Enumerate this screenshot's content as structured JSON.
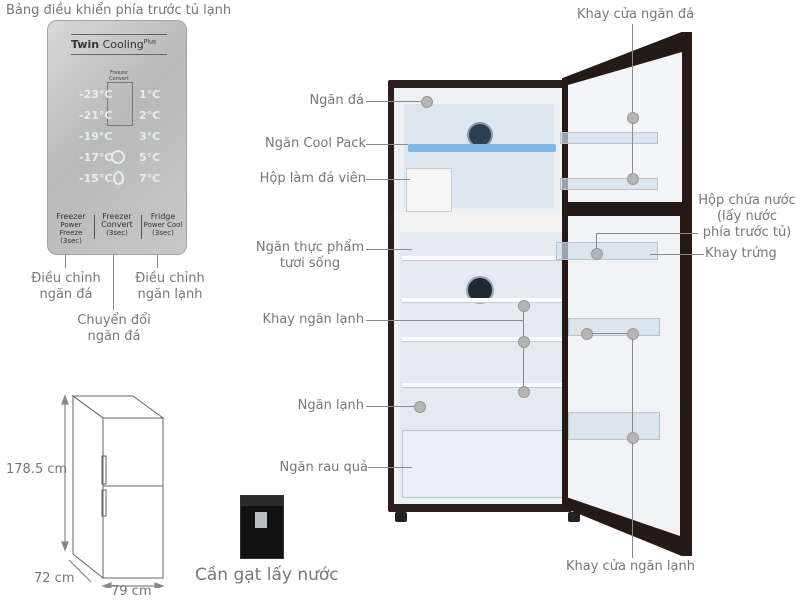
{
  "control_panel": {
    "title": "Bảng điều khiển phía trước tủ lạnh",
    "brand": {
      "main": "Twin",
      "sub": "Cooling",
      "sup": "Plus"
    },
    "freezer_convert_label": "Freezer Convert",
    "freezer_temps": [
      "-23°C",
      "-21°C",
      "-19°C",
      "-17°C",
      "-15°C"
    ],
    "fridge_temps": [
      "1°C",
      "2°C",
      "3°C",
      "5°C",
      "7°C"
    ],
    "buttons": [
      {
        "title": "Freezer",
        "sub": "Power Freeze",
        "hold": "(3sec)"
      },
      {
        "title": "Freezer",
        "sub": "Convert",
        "hold": "(3sec)"
      },
      {
        "title": "Fridge",
        "sub": "Power Cool",
        "hold": "(3sec)"
      }
    ],
    "callouts": {
      "freezer_adjust": "Điều chỉnh\nngăn đá",
      "convert": "Chuyển đổi\nngăn đá",
      "fridge_adjust": "Điều chỉnh\nngăn lạnh"
    }
  },
  "dimensions": {
    "height": "178.5 cm",
    "depth": "72 cm",
    "width": "79 cm"
  },
  "dispenser": {
    "label": "Cần gạt lấy nước"
  },
  "fridge_labels": {
    "left": [
      {
        "id": "freezer",
        "text": "Ngăn đá"
      },
      {
        "id": "coolpack",
        "text": "Ngăn Cool Pack"
      },
      {
        "id": "icemaker",
        "text": "Hộp làm đá viên"
      },
      {
        "id": "fresh",
        "text": "Ngăn thực phẩm\ntươi sống"
      },
      {
        "id": "fridge_shelf",
        "text": "Khay ngăn lạnh"
      },
      {
        "id": "fridge",
        "text": "Ngăn lạnh"
      },
      {
        "id": "crisper",
        "text": "Ngăn rau quả"
      }
    ],
    "right": [
      {
        "id": "freezer_door_tray",
        "text": "Khay cửa ngăn đá"
      },
      {
        "id": "water_tank",
        "text": "Hộp chứa nước\n(lấy nước\nphía trước tủ)"
      },
      {
        "id": "egg_tray",
        "text": "Khay trứng"
      },
      {
        "id": "fridge_door_tray",
        "text": "Khay cửa ngăn lạnh"
      }
    ]
  }
}
